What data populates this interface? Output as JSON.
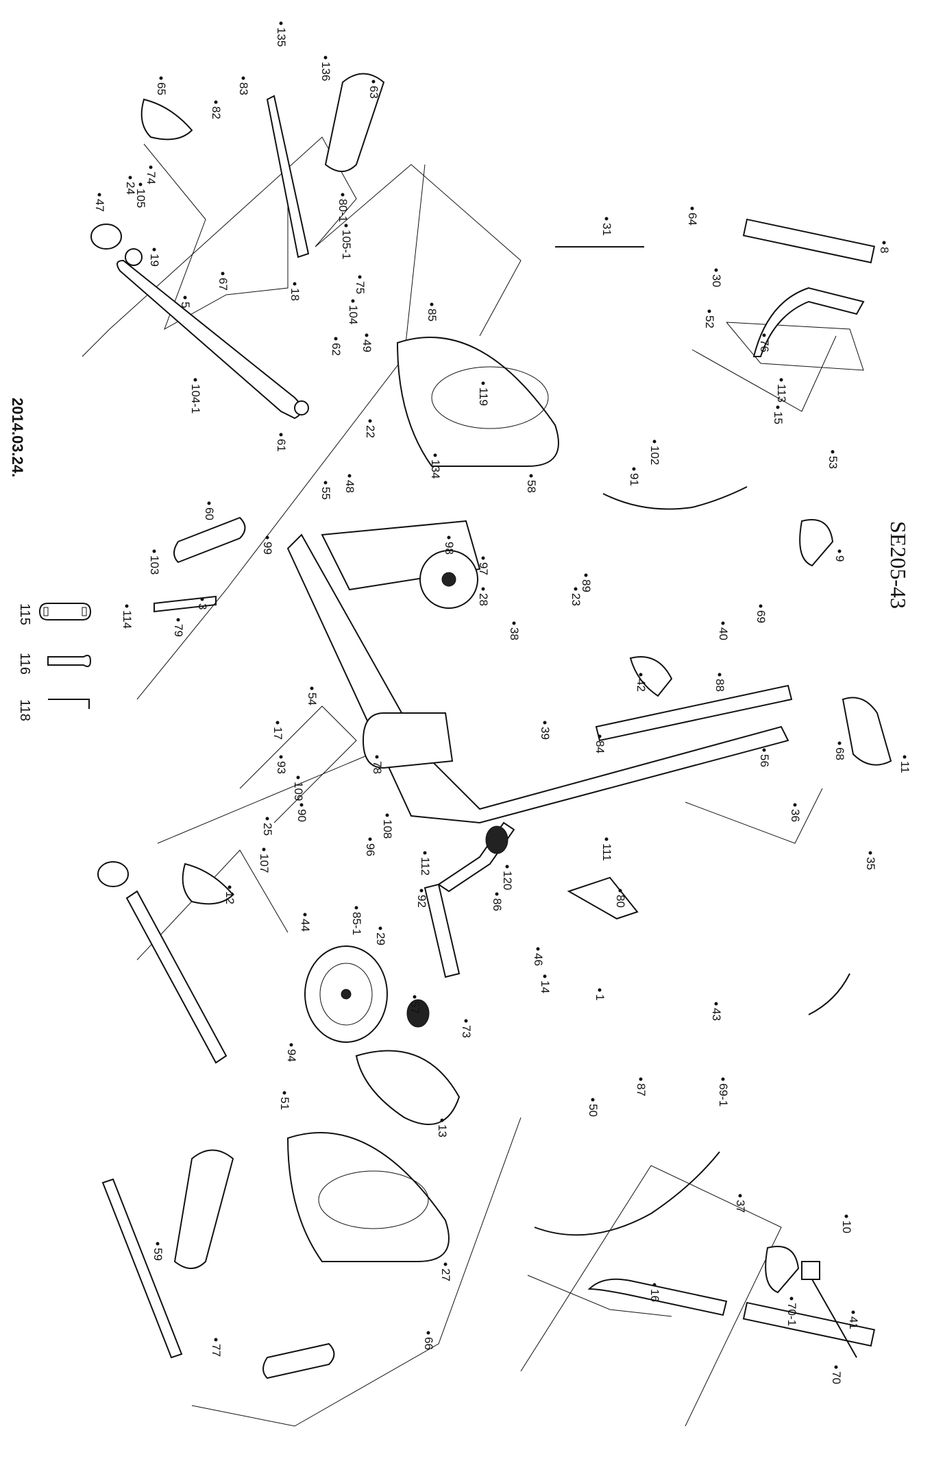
{
  "header": {
    "model": "SE205-43",
    "date": "2014.03.24."
  },
  "tools": [
    "115",
    "116",
    "118"
  ],
  "callouts": [
    "135",
    "136",
    "83",
    "63",
    "65",
    "82",
    "74",
    "105",
    "24",
    "47",
    "19",
    "5",
    "67",
    "80-1",
    "105-1",
    "75",
    "104",
    "49",
    "62",
    "18",
    "104-1",
    "61",
    "60",
    "48",
    "99",
    "55",
    "103",
    "114",
    "79",
    "3",
    "85",
    "119",
    "58",
    "22",
    "134",
    "98",
    "97",
    "28",
    "23",
    "89",
    "38",
    "42",
    "54",
    "17",
    "93",
    "109",
    "90",
    "25",
    "107",
    "12",
    "78",
    "108",
    "96",
    "112",
    "92",
    "120",
    "86",
    "46",
    "14",
    "44",
    "85-1",
    "29",
    "57",
    "94",
    "51",
    "13",
    "73",
    "27",
    "77",
    "59",
    "64",
    "8",
    "30",
    "52",
    "76",
    "113",
    "15",
    "102",
    "53",
    "91",
    "69-1",
    "50",
    "66",
    "9",
    "69",
    "40",
    "88",
    "56",
    "68",
    "11",
    "35",
    "36",
    "84",
    "39",
    "111",
    "80",
    "1",
    "43",
    "87",
    "37",
    "70-1",
    "70",
    "10",
    "16",
    "41",
    "31"
  ]
}
